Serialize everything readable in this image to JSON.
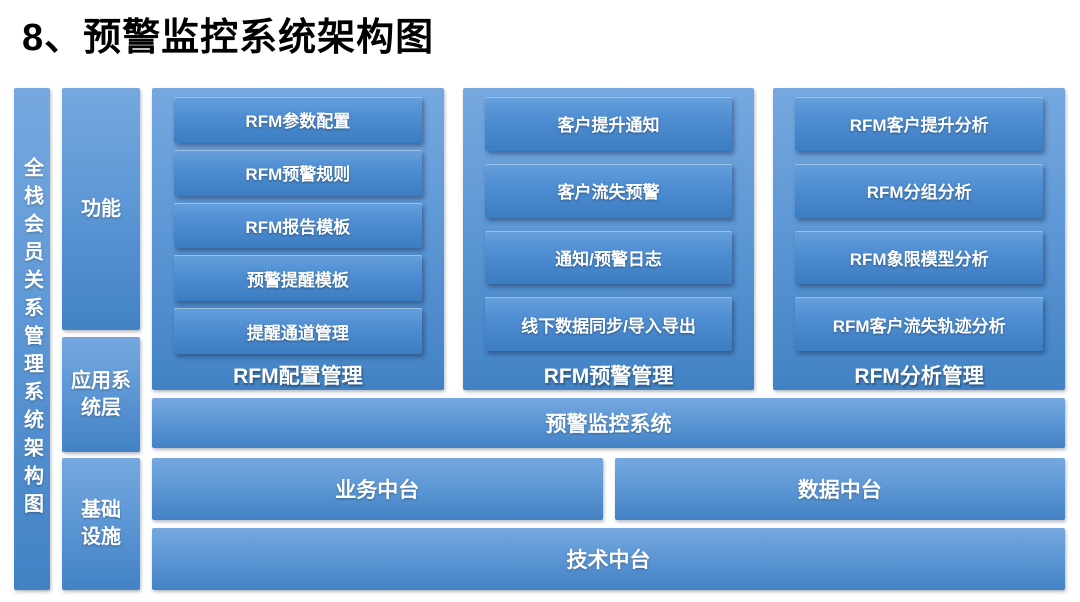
{
  "title": "8、预警监控系统架构图",
  "colors": {
    "shape_gradient_top": "#76a8df",
    "shape_gradient_bottom": "#4282c4",
    "innerbox_gradient_top": "#67a0dc",
    "innerbox_gradient_bottom": "#3c7cc0",
    "text_on_blue": "#ffffff",
    "title_text": "#000000",
    "background": "#ffffff"
  },
  "diagram": {
    "side_label": "全栈会员关系管理系统架构图",
    "layers": [
      {
        "label": "功能"
      },
      {
        "label": "应用系\n统层"
      },
      {
        "label": "基础\n设施"
      }
    ],
    "panels": [
      {
        "caption": "RFM配置管理",
        "boxes": [
          "RFM参数配置",
          "RFM预警规则",
          "RFM报告模板",
          "预警提醒模板",
          "提醒通道管理"
        ]
      },
      {
        "caption": "RFM预警管理",
        "boxes": [
          "客户提升通知",
          "客户流失预警",
          "通知/预警日志",
          "线下数据同步/导入导出"
        ]
      },
      {
        "caption": "RFM分析管理",
        "boxes": [
          "RFM客户提升分析",
          "RFM分组分析",
          "RFM象限模型分析",
          "RFM客户流失轨迹分析"
        ]
      }
    ],
    "bars": {
      "monitor": "预警监控系统",
      "business": "业务中台",
      "data": "数据中台",
      "tech": "技术中台"
    }
  }
}
